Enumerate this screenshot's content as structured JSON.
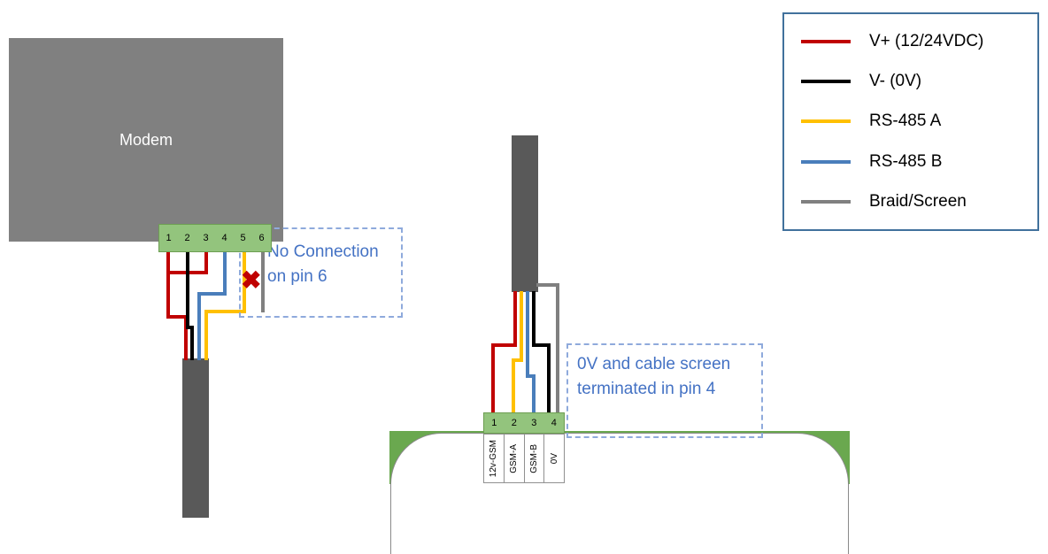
{
  "colors": {
    "v_plus": "#c00000",
    "v_minus": "#000000",
    "rs485_a": "#ffc000",
    "rs485_b": "#4a7ebb",
    "braid_screen": "#808080",
    "cable_sleeve": "#595959",
    "modem_body": "#808080",
    "terminal_block_green": "#93c47d",
    "device_green": "#6aa84f",
    "annotation_text_blue": "#4472c4"
  },
  "modem": {
    "label": "Modem",
    "pins": [
      "1",
      "2",
      "3",
      "4",
      "5",
      "6"
    ]
  },
  "device_terminal": {
    "pins": [
      "1",
      "2",
      "3",
      "4"
    ],
    "labels": [
      "12v-GSM",
      "GSM-A",
      "GSM-B",
      "0V"
    ]
  },
  "annotations": {
    "left": {
      "line1": "No Connection",
      "line2": "on pin 6",
      "mark": "✖"
    },
    "right": {
      "line1": "0V and cable screen",
      "line2": "terminated in pin 4"
    }
  },
  "legend": {
    "items": [
      {
        "name": "v-plus",
        "label": "V+ (12/24VDC)",
        "color": "#c00000"
      },
      {
        "name": "v-minus",
        "label": "V- (0V)",
        "color": "#000000"
      },
      {
        "name": "rs485-a",
        "label": "RS-485 A",
        "color": "#ffc000"
      },
      {
        "name": "rs485-b",
        "label": "RS-485 B",
        "color": "#4a7ebb"
      },
      {
        "name": "braid-screen",
        "label": "Braid/Screen",
        "color": "#808080"
      }
    ]
  }
}
